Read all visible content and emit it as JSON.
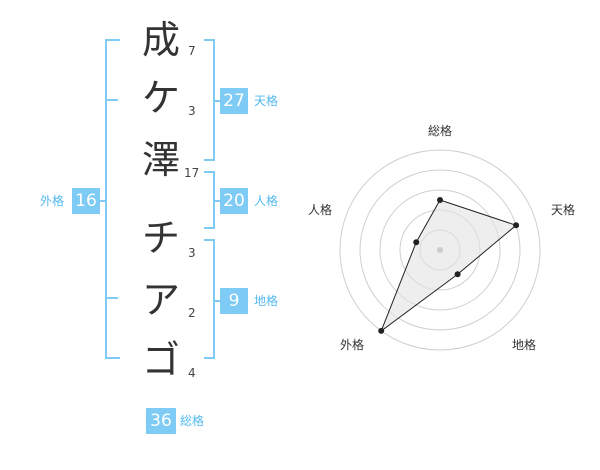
{
  "name": {
    "characters": [
      {
        "char": "成",
        "strokes": "7"
      },
      {
        "char": "ケ",
        "strokes": "3"
      },
      {
        "char": "澤",
        "strokes": "17"
      },
      {
        "char": "チ",
        "strokes": "3"
      },
      {
        "char": "ア",
        "strokes": "2"
      },
      {
        "char": "ゴ",
        "strokes": "4"
      }
    ]
  },
  "fortunes": {
    "tenkaku": {
      "value": "27",
      "label": "天格"
    },
    "jinkaku": {
      "value": "20",
      "label": "人格"
    },
    "chikaku": {
      "value": "9",
      "label": "地格"
    },
    "gaikaku": {
      "value": "16",
      "label": "外格"
    },
    "soukaku": {
      "value": "36",
      "label": "総格"
    }
  },
  "radar": {
    "axes": [
      "総格",
      "天格",
      "地格",
      "外格",
      "人格"
    ],
    "values": [
      0.5,
      0.8,
      0.3,
      1.0,
      0.25
    ]
  },
  "colors": {
    "accent": "#7ecbf5",
    "bracket": "#7ecbf5",
    "label": "#52b8ef",
    "polygon_fill": "#e3e3e3"
  }
}
